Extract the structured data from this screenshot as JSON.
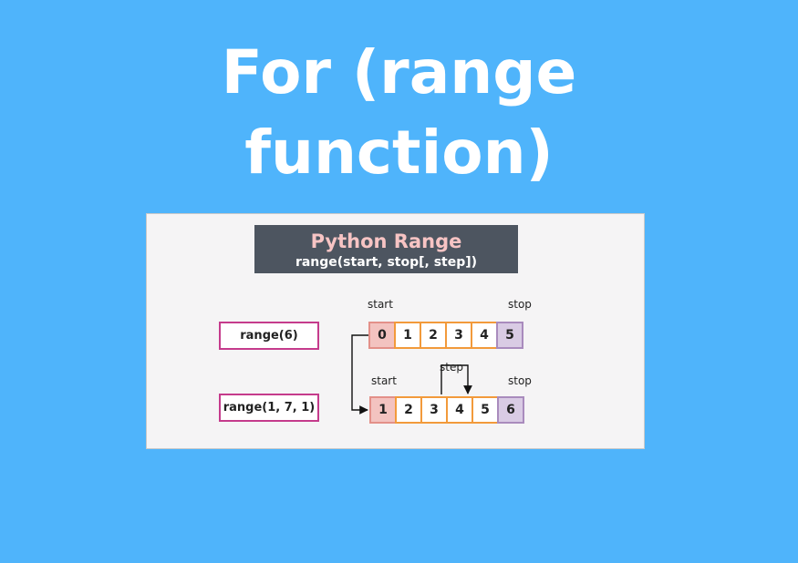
{
  "title": {
    "line1": "For (range",
    "line2": "function)"
  },
  "diagram": {
    "header_title": "Python Range",
    "header_signature": "range(start, stop[, step])",
    "row1": {
      "call": "range(6)",
      "start_label": "start",
      "stop_label": "stop",
      "cells": [
        "0",
        "1",
        "2",
        "3",
        "4",
        "5"
      ]
    },
    "row2": {
      "call": "range(1, 7, 1)",
      "start_label": "start",
      "step_label": "step",
      "stop_label": "stop",
      "cells": [
        "1",
        "2",
        "3",
        "4",
        "5",
        "6"
      ]
    }
  },
  "colors": {
    "background": "#4fb4fb",
    "header_bg": "#4d5560",
    "header_title": "#f7c4c4",
    "call_border": "#c53b8c",
    "cell_border": "#f29a3b",
    "start_cell": "#f3c3c0",
    "stop_cell": "#d9cbe4"
  }
}
